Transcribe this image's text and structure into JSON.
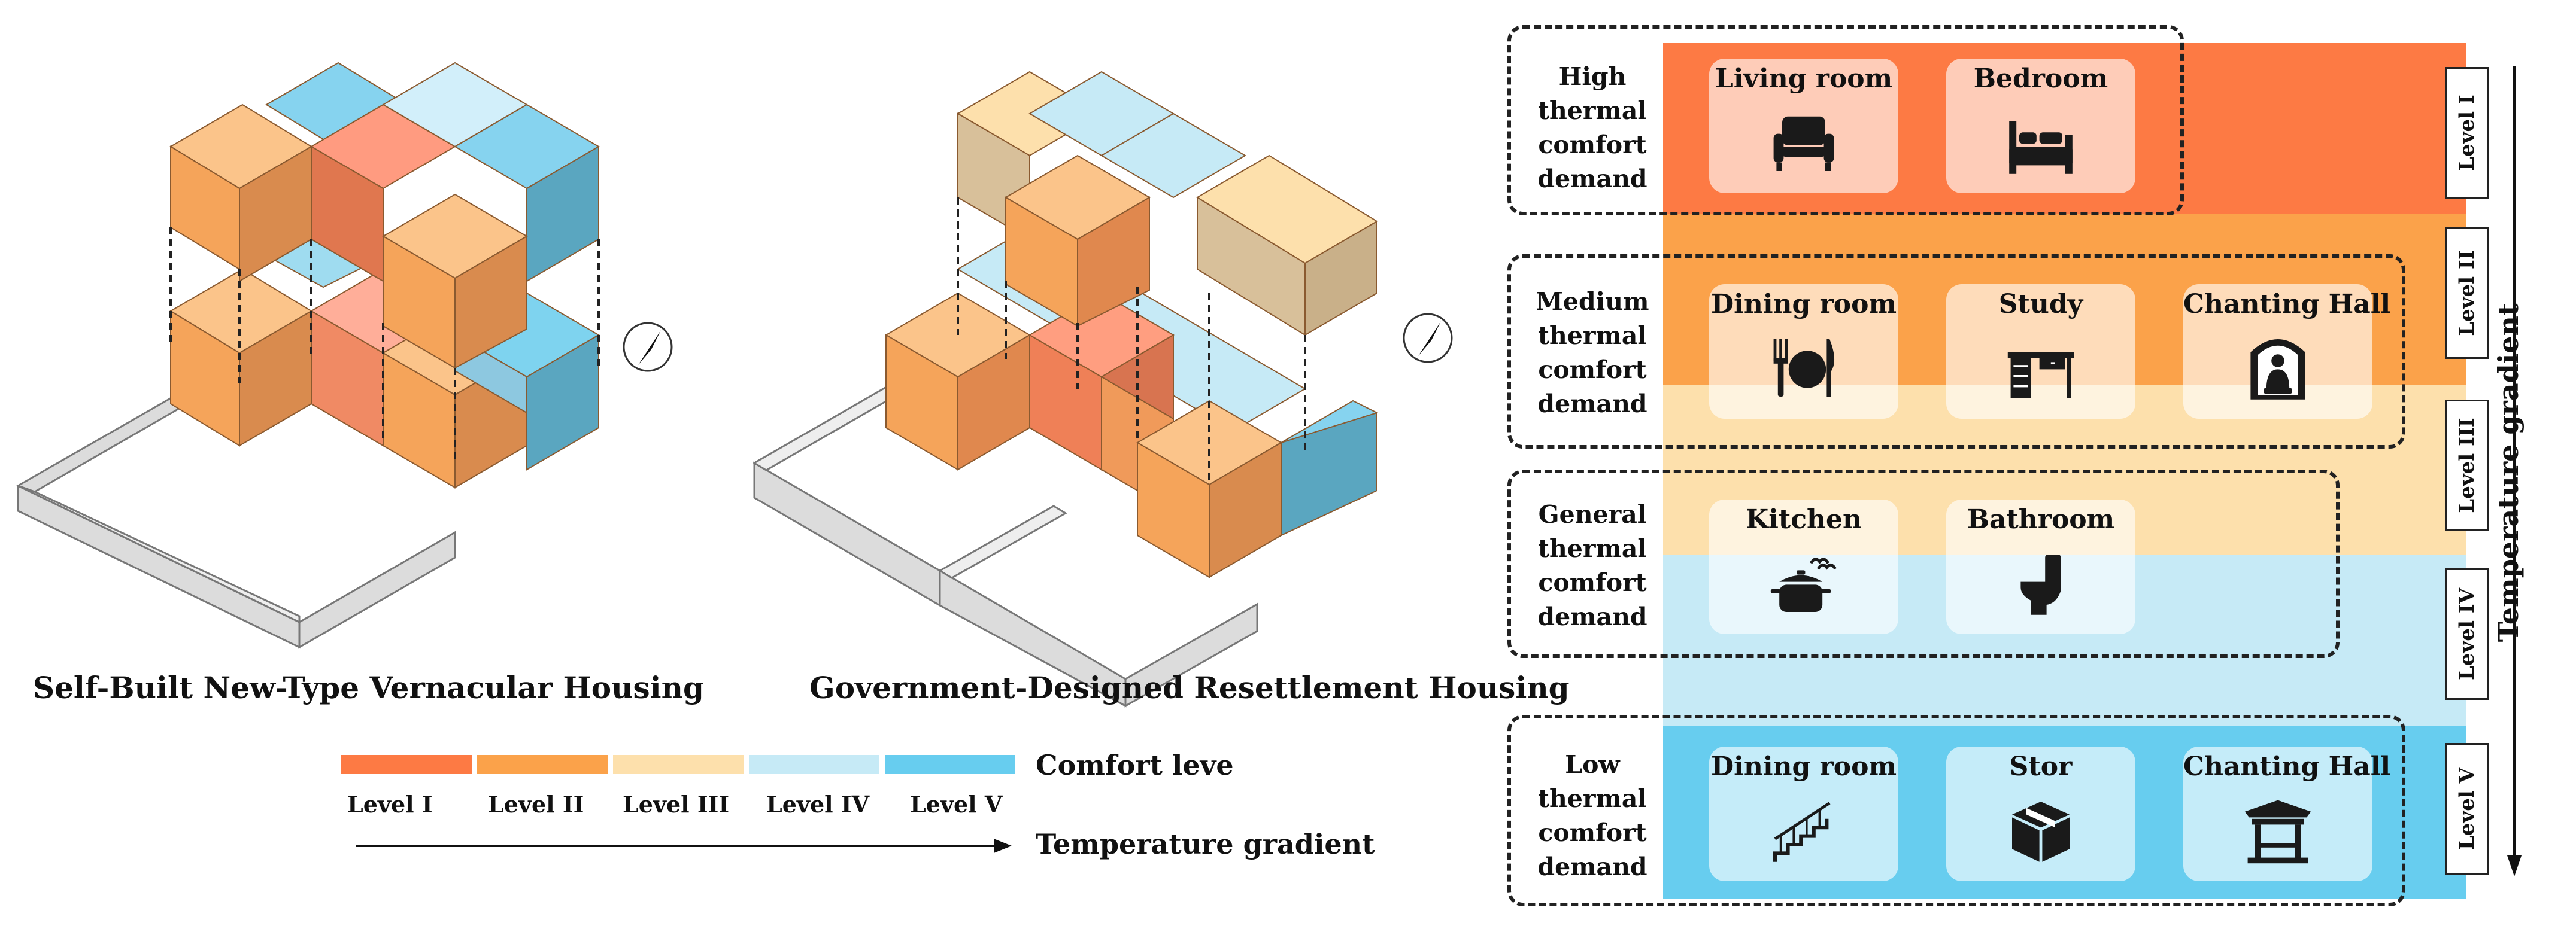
{
  "left_panel": {
    "title_vernacular": "Self-Built New-Type Vernacular Housing",
    "title_resettlement": "Government-Designed Resettlement Housing"
  },
  "legend": {
    "comfort_label": "Comfort leve",
    "levels": [
      {
        "label": "Level I",
        "color": "#fd7a44"
      },
      {
        "label": "Level II",
        "color": "#fba24a"
      },
      {
        "label": "Level III",
        "color": "#fde0ac"
      },
      {
        "label": "Level IV",
        "color": "#c6eaf6"
      },
      {
        "label": "Level V",
        "color": "#67cdef"
      }
    ],
    "gradient_label": "Temperature gradient"
  },
  "right_panel": {
    "axis_label": "Temperature gradient",
    "level_tags": [
      "Level I",
      "Level II",
      "Level III",
      "Level IV",
      "Level V"
    ],
    "groups": [
      {
        "demand": [
          "High",
          "thermal",
          "comfort",
          "demand"
        ],
        "rooms": [
          {
            "name": "Living room",
            "icon": "sofa-icon"
          },
          {
            "name": "Bedroom",
            "icon": "bed-icon"
          }
        ]
      },
      {
        "demand": [
          "Medium",
          "thermal",
          "comfort",
          "demand"
        ],
        "rooms": [
          {
            "name": "Dining room",
            "icon": "dining-plate-icon"
          },
          {
            "name": "Study",
            "icon": "desk-icon"
          },
          {
            "name": "Chanting Hall",
            "icon": "buddha-shrine-icon"
          }
        ]
      },
      {
        "demand": [
          "General",
          "thermal",
          "comfort",
          "demand"
        ],
        "rooms": [
          {
            "name": "Kitchen",
            "icon": "cooking-pot-icon"
          },
          {
            "name": "Bathroom",
            "icon": "toilet-icon"
          }
        ]
      },
      {
        "demand": [
          "Low",
          "thermal",
          "comfort",
          "demand"
        ],
        "rooms": [
          {
            "name": "Dining room",
            "icon": "stairs-icon"
          },
          {
            "name": "Stor",
            "icon": "box-icon"
          },
          {
            "name": "Chanting Hall",
            "icon": "pavilion-icon"
          }
        ]
      }
    ]
  }
}
